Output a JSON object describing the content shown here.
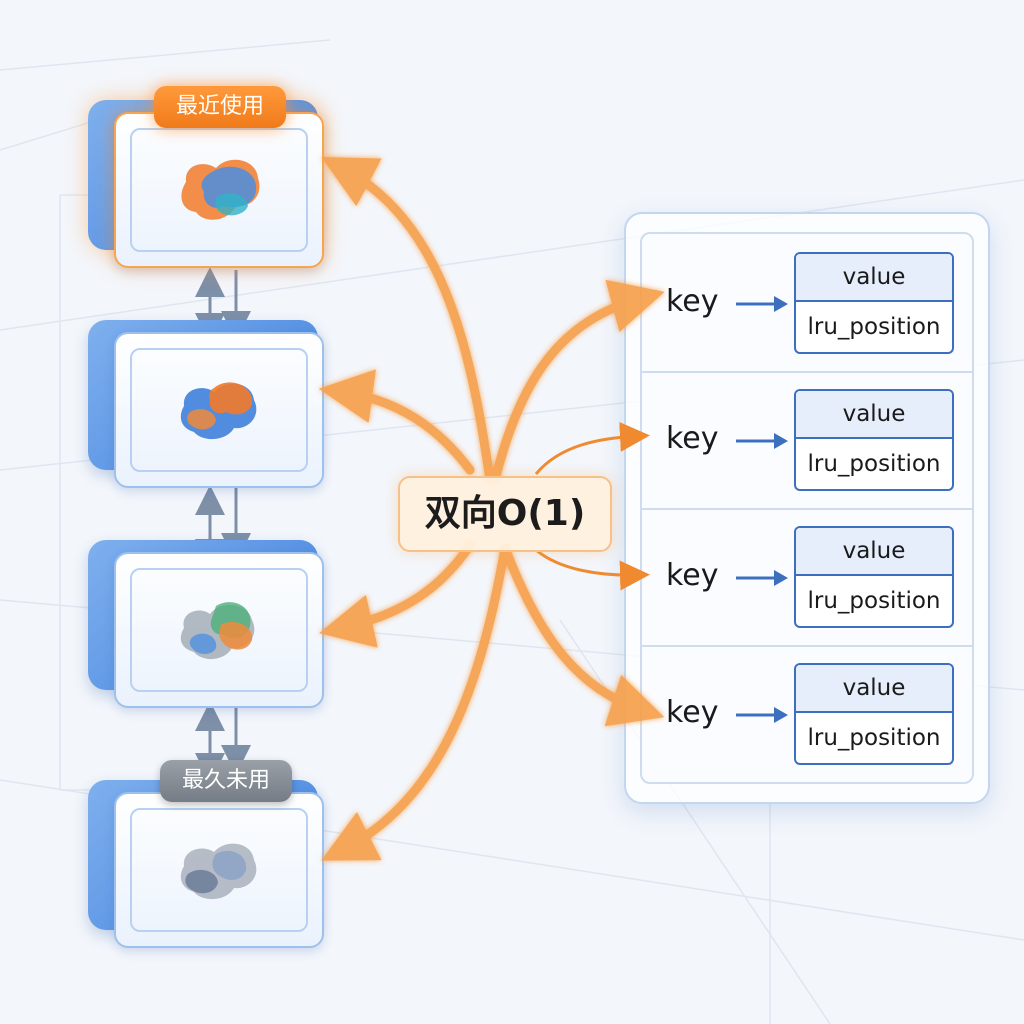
{
  "list": {
    "head_label": "最近使用",
    "tail_label": "最久未用",
    "nodes": [
      {
        "role": "most-recent",
        "blob_colors": [
          "#f27a2a",
          "#4a8ee0",
          "#2fb3c8"
        ]
      },
      {
        "role": "node",
        "blob_colors": [
          "#f27a2a",
          "#3f7fdc",
          "#2f9fe0"
        ]
      },
      {
        "role": "node",
        "blob_colors": [
          "#9aa3ad",
          "#f08a3a",
          "#4fb07a"
        ]
      },
      {
        "role": "least-recent",
        "blob_colors": [
          "#6f7f99",
          "#8aa0c6",
          "#a9b2bd"
        ]
      }
    ]
  },
  "center": {
    "label": "双向O(1)"
  },
  "hash_table": {
    "rows": [
      {
        "key": "key",
        "value": "value",
        "lru": "lru_position"
      },
      {
        "key": "key",
        "value": "value",
        "lru": "lru_position"
      },
      {
        "key": "key",
        "value": "value",
        "lru": "lru_position"
      },
      {
        "key": "key",
        "value": "value",
        "lru": "lru_position"
      }
    ]
  },
  "colors": {
    "accent_orange": "#f7a04b",
    "node_blue": "#3f7fdc",
    "table_border": "#3d6fbf",
    "link_gray": "#7e8fa8"
  }
}
